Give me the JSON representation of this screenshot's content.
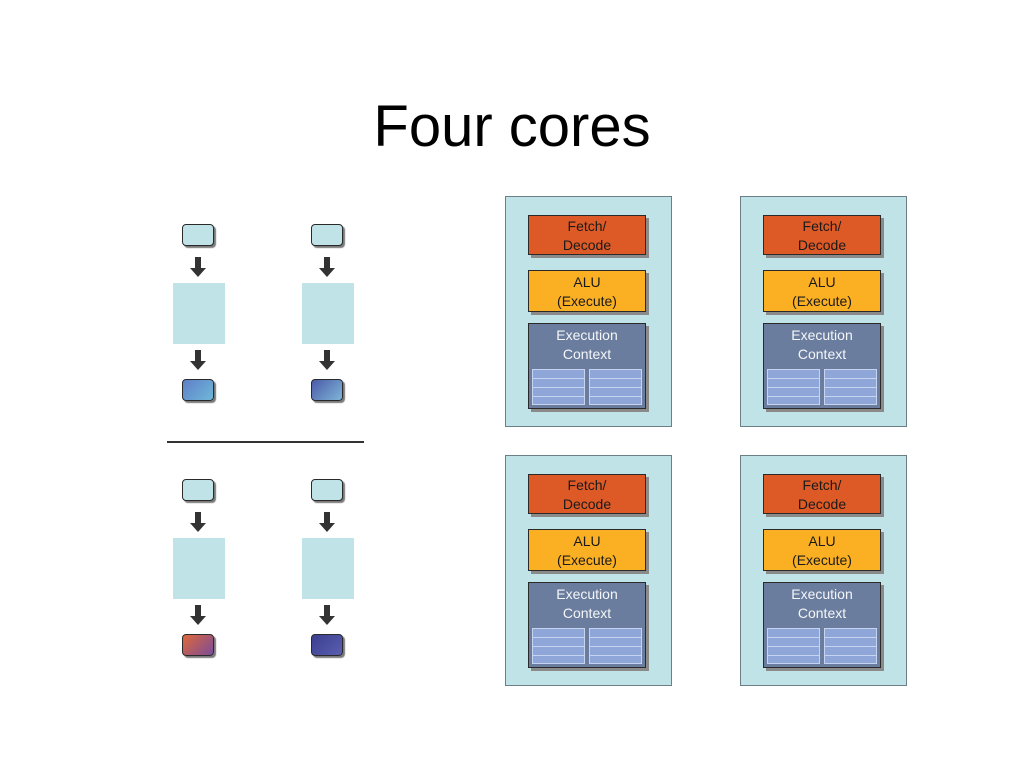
{
  "title": "Four cores",
  "streams": [
    {
      "output_color": "gradient-blue"
    },
    {
      "output_color": "gradient-blue"
    },
    {
      "output_color": "gradient-orange-purple"
    },
    {
      "output_color": "gradient-navy"
    }
  ],
  "cores": [
    {
      "fetch_label": "Fetch/\nDecode",
      "alu_label": "ALU\n(Execute)",
      "context_label": "Execution\nContext"
    },
    {
      "fetch_label": "Fetch/\nDecode",
      "alu_label": "ALU\n(Execute)",
      "context_label": "Execution\nContext"
    },
    {
      "fetch_label": "Fetch/\nDecode",
      "alu_label": "ALU\n(Execute)",
      "context_label": "Execution\nContext"
    },
    {
      "fetch_label": "Fetch/\nDecode",
      "alu_label": "ALU\n(Execute)",
      "context_label": "Execution\nContext"
    }
  ],
  "colors": {
    "core_bg": "#bfe3e7",
    "fetch": "#dd5a26",
    "alu": "#fbb023",
    "context": "#6b7d9e",
    "registers": "#8ea6d8"
  }
}
